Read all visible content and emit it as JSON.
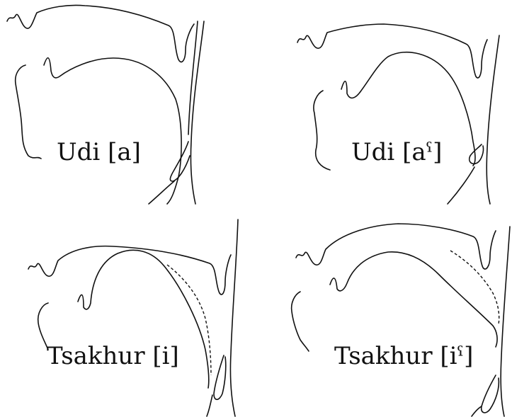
{
  "panels": [
    {
      "label": "Udi [a]"
    },
    {
      "label": "Udi [aˁ]"
    },
    {
      "label": "Tsakhur [i]"
    },
    {
      "label": "Tsakhur [iˁ]"
    }
  ]
}
